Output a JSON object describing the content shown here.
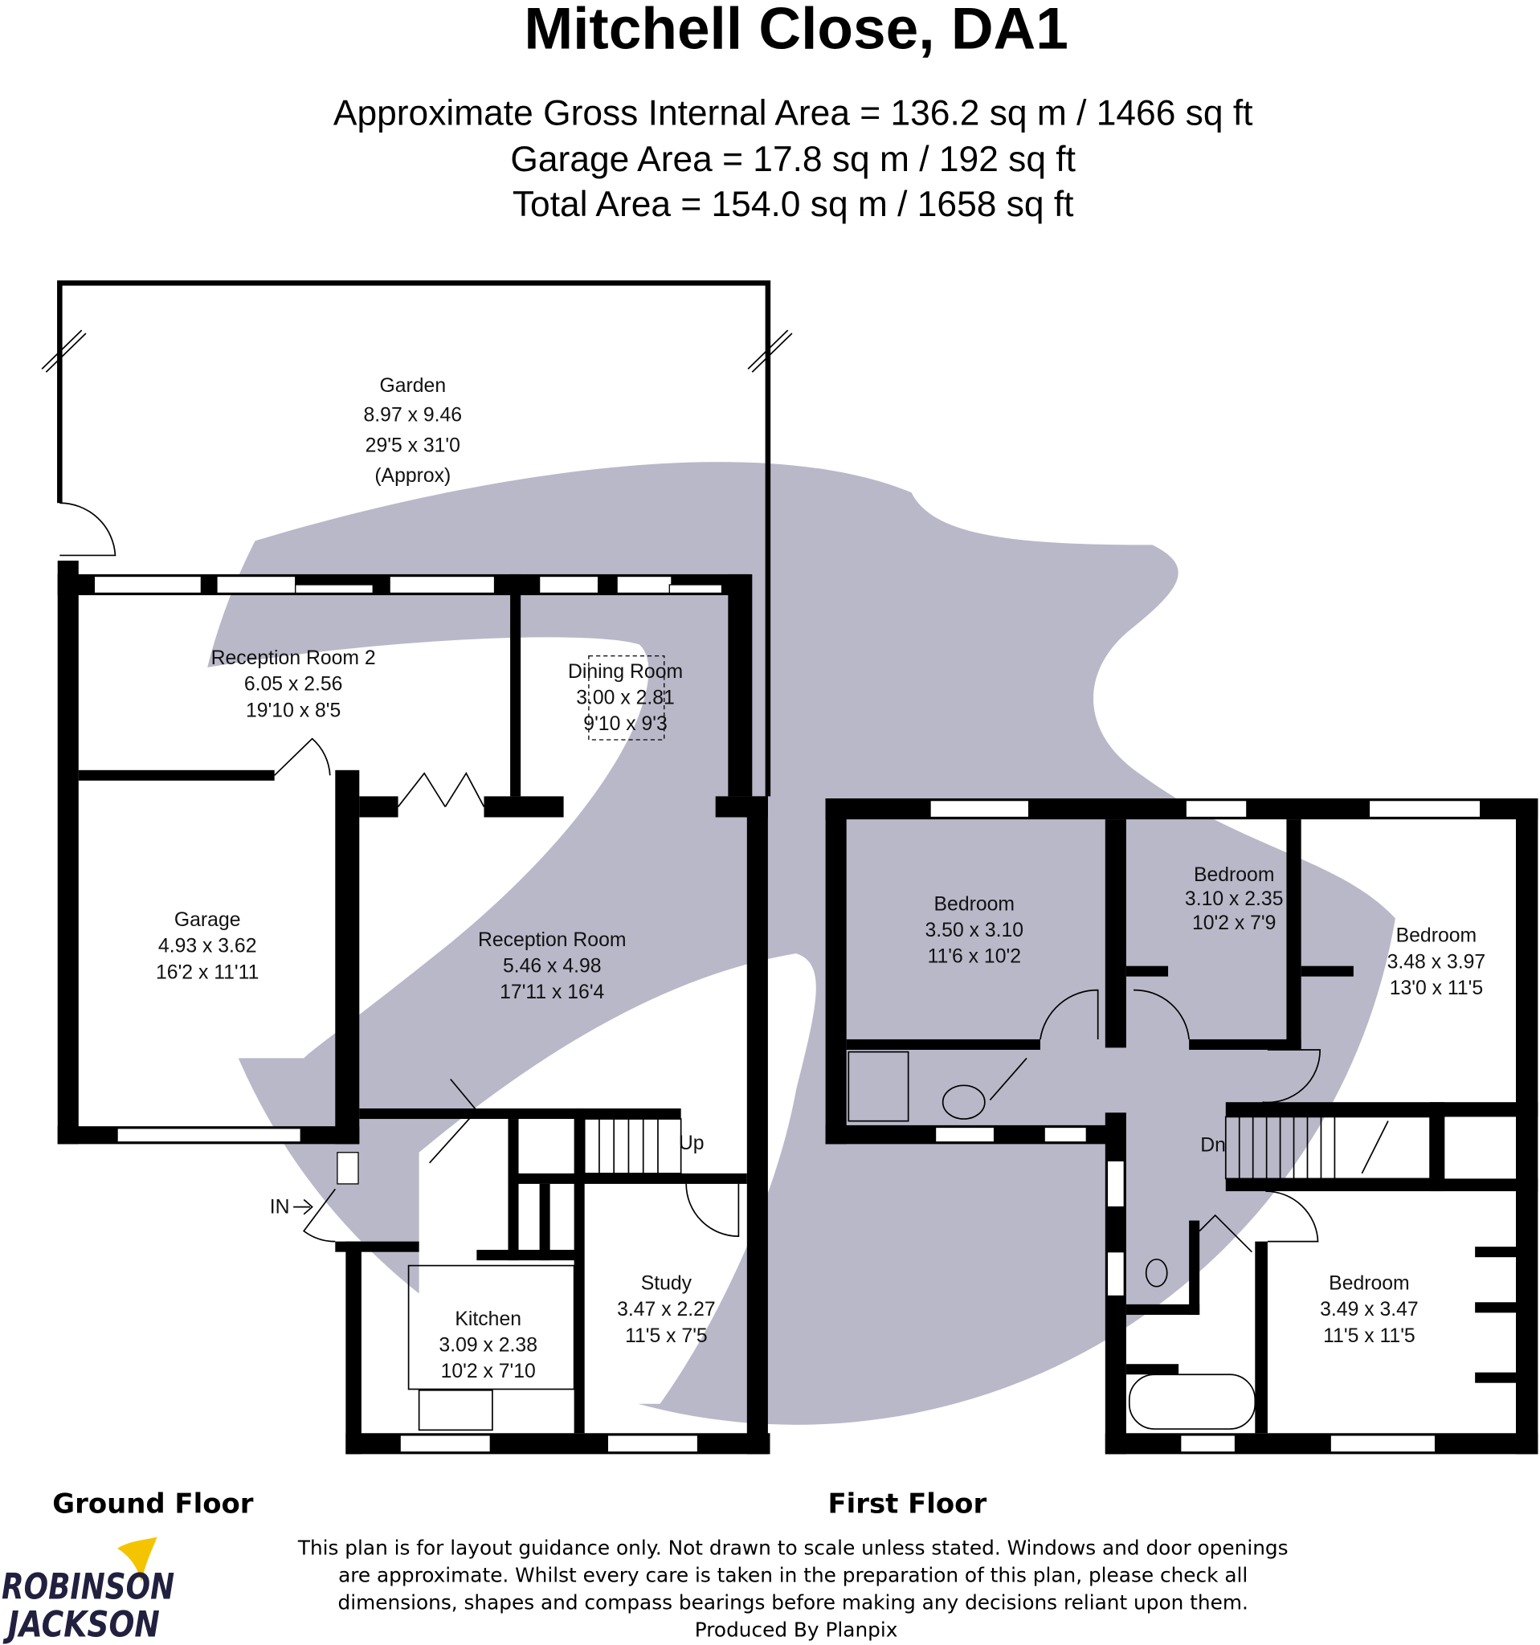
{
  "header": {
    "title": "Mitchell Close, DA1",
    "gross_internal_area": "Approximate Gross Internal Area = 136.2 sq m / 1466 sq ft",
    "garage_area": "Garage Area = 17.8 sq m / 192 sq ft",
    "total_area": "Total Area = 154.0 sq m / 1658 sq ft"
  },
  "ground_floor": {
    "label": "Ground Floor",
    "entrance_label": "IN",
    "stairs_label": "Up",
    "rooms": [
      {
        "name": "Garden",
        "metric": "8.97 x 9.46",
        "imperial": "29'5 x 31'0",
        "note": "(Approx)"
      },
      {
        "name": "Reception Room 2",
        "metric": "6.05 x 2.56",
        "imperial": "19'10 x 8'5"
      },
      {
        "name": "Dining Room",
        "metric": "3.00 x 2.81",
        "imperial": "9'10 x 9'3"
      },
      {
        "name": "Garage",
        "metric": "4.93 x 3.62",
        "imperial": "16'2 x 11'11"
      },
      {
        "name": "Reception Room",
        "metric": "5.46 x 4.98",
        "imperial": "17'11 x 16'4"
      },
      {
        "name": "Kitchen",
        "metric": "3.09 x 2.38",
        "imperial": "10'2 x 7'10"
      },
      {
        "name": "Study",
        "metric": "3.47 x 2.27",
        "imperial": "11'5 x 7'5"
      }
    ]
  },
  "first_floor": {
    "label": "First Floor",
    "stairs_label": "Dn",
    "rooms": [
      {
        "name": "Bedroom",
        "metric": "3.50 x 3.10",
        "imperial": "11'6 x 10'2"
      },
      {
        "name": "Bedroom",
        "metric": "3.10 x 2.35",
        "imperial": "10'2 x 7'9"
      },
      {
        "name": "Bedroom",
        "metric": "3.48 x 3.97",
        "imperial": "13'0 x 11'5"
      },
      {
        "name": "Bedroom",
        "metric": "3.49 x 3.47",
        "imperial": "11'5 x 11'5"
      }
    ]
  },
  "footer": {
    "disclaimer": [
      "This plan is for layout guidance only. Not drawn to scale unless stated. Windows and door openings",
      "are approximate. Whilst every care is taken in the preparation of this plan, please check all",
      "dimensions, shapes and compass bearings before making any decisions reliant upon them."
    ],
    "produced_by": "Produced By Planpix",
    "logo": {
      "line1": "ROBINSON",
      "line2": "JACKSON"
    }
  },
  "colors": {
    "watermark": "#b9b8c9",
    "logo_text": "#22203f",
    "logo_bird": "#f5c400",
    "walls": "#000000"
  }
}
